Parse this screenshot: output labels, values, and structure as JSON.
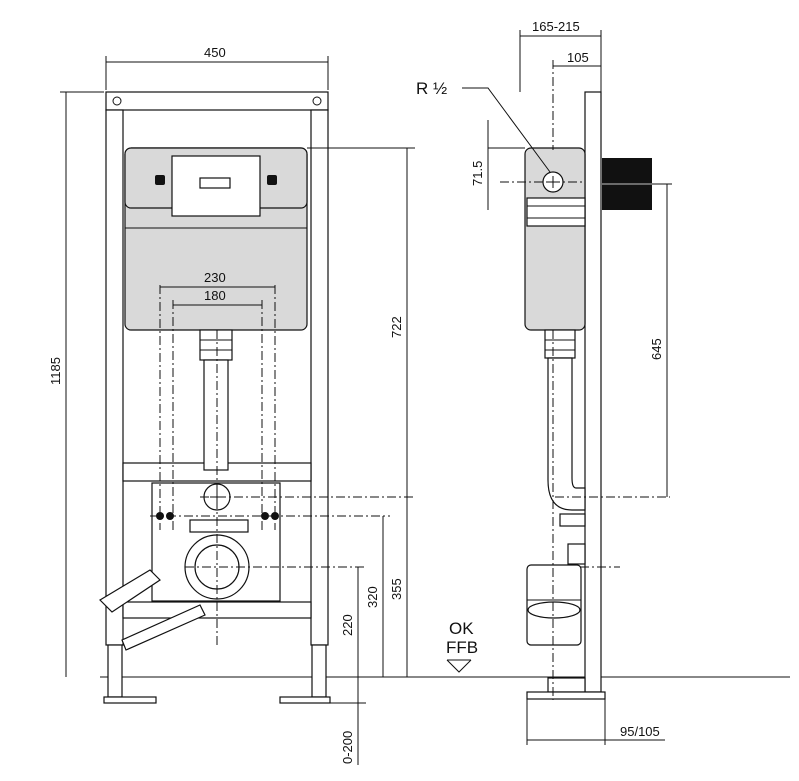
{
  "front_view": {
    "width_label": "450",
    "pipe_span_outer": "230",
    "pipe_span_inner": "180",
    "total_height": "1185",
    "cistern_height": "722",
    "drain_height": "355",
    "waste_height": "320",
    "inlet_height": "220",
    "floor_adjust": "0-200"
  },
  "side_view": {
    "depth_range": "165-215",
    "inlet_offset": "105",
    "inlet_thread": "R ½",
    "inlet_spacing": "71.5",
    "cistern_height": "645",
    "foot_depth": "95/105"
  },
  "floor_marker": {
    "line1": "OK",
    "line2": "FFB"
  }
}
